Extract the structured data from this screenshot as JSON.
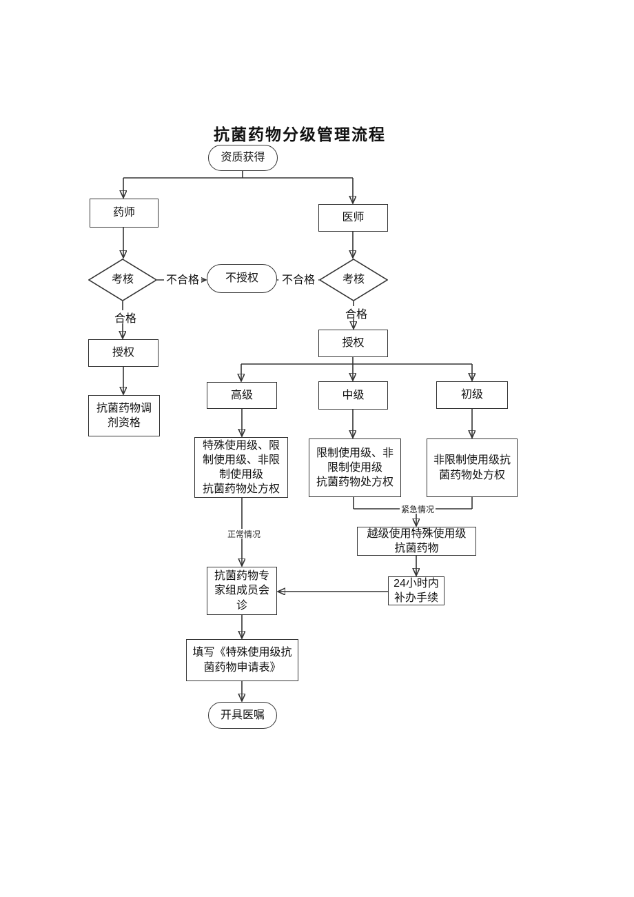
{
  "title": "抗菌药物分级管理流程",
  "flowchart": {
    "nodes": {
      "qualification_start": {
        "label": "资质获得",
        "type": "terminator"
      },
      "pharmacist": {
        "label": "药师",
        "type": "process"
      },
      "physician": {
        "label": "医师",
        "type": "process"
      },
      "exam_left": {
        "label": "考核",
        "type": "decision"
      },
      "exam_right": {
        "label": "考核",
        "type": "decision"
      },
      "not_authorized": {
        "label": "不授权",
        "type": "terminator"
      },
      "authorize_left": {
        "label": "授权",
        "type": "process"
      },
      "authorize_right": {
        "label": "授权",
        "type": "process"
      },
      "dispensing_qualification": {
        "label": "抗菌药物调\n剂资格",
        "type": "process"
      },
      "senior": {
        "label": "高级",
        "type": "process"
      },
      "intermediate": {
        "label": "中级",
        "type": "process"
      },
      "junior": {
        "label": "初级",
        "type": "process"
      },
      "senior_rights": {
        "label": "特殊使用级、限\n制使用级、非限\n制使用级\n抗菌药物处方权",
        "type": "process"
      },
      "intermediate_rights": {
        "label": "限制使用级、非\n限制使用级\n抗菌药物处方权",
        "type": "process"
      },
      "junior_rights": {
        "label": "非限制使用级抗\n菌药物处方权",
        "type": "process"
      },
      "override_use": {
        "label": "越级使用特殊使用级\n抗菌药物",
        "type": "process"
      },
      "within_24h": {
        "label": "24小时内\n补办手续",
        "type": "process"
      },
      "expert_consultation": {
        "label": "抗菌药物专\n家组成员会\n诊",
        "type": "process"
      },
      "fill_form": {
        "label": "填写《特殊使用级抗\n菌药物申请表》",
        "type": "process"
      },
      "issue_order": {
        "label": "开具医嘱",
        "type": "terminator"
      }
    },
    "edge_labels": {
      "fail_left": "不合格",
      "fail_right": "不合格",
      "pass_left": "合格",
      "pass_right": "合格",
      "normal_case": "正常情况",
      "emergency_case": "紧急情况"
    },
    "colors": {
      "stroke": "#333333",
      "arrow": "#222222",
      "background": "#ffffff",
      "text": "#111111"
    }
  }
}
